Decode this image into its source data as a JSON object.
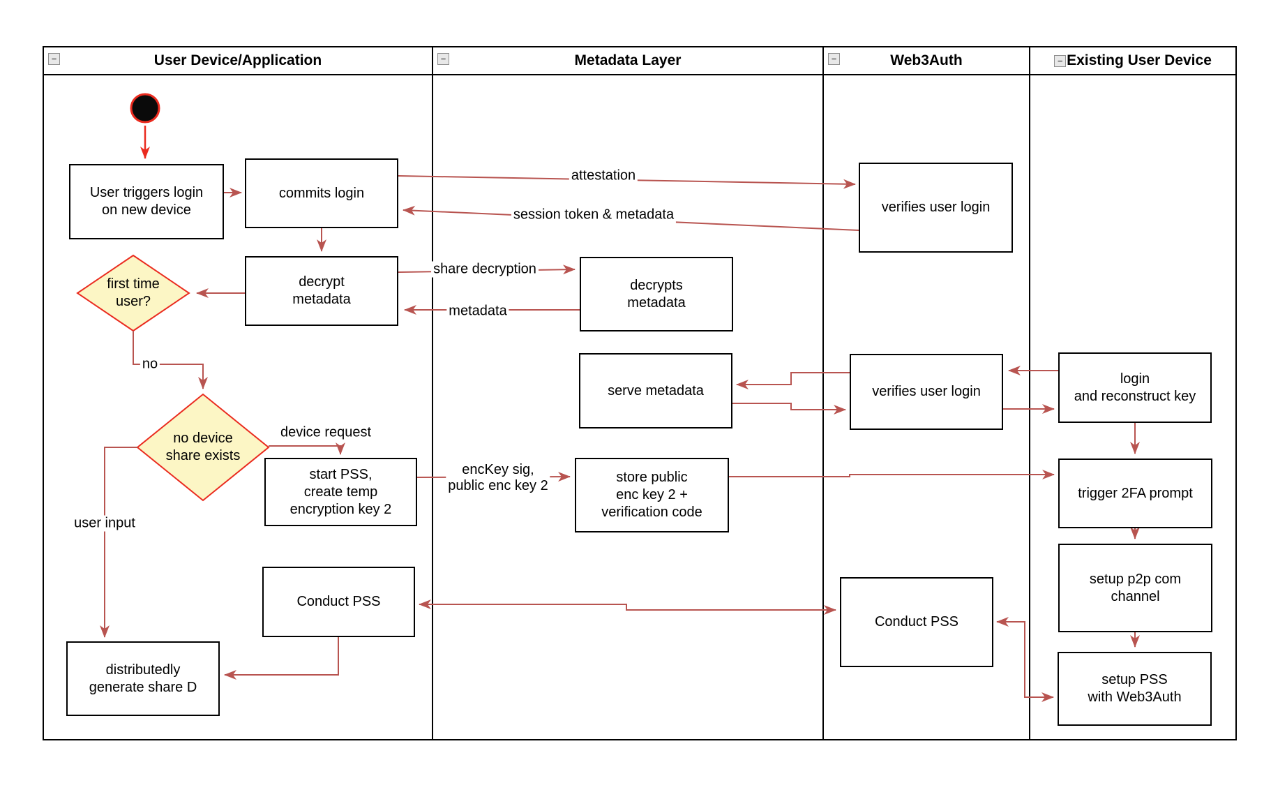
{
  "colors": {
    "connector": "#B85450",
    "highlight": "#EA2B1F",
    "diamond-fill": "#FCF6C5",
    "diamond-border": "#EA2B1F",
    "box-border": "#000000",
    "lane-border": "#000000"
  },
  "icons": {
    "collapse": "−"
  },
  "lanes": [
    {
      "title": "User Device/Application"
    },
    {
      "title": "Metadata Layer"
    },
    {
      "title": "Web3Auth"
    },
    {
      "title": "Existing User Device"
    }
  ],
  "nodes": {
    "user_triggers": "User triggers login\non new device",
    "commits_login": "commits login",
    "decrypt_metadata": "decrypt\nmetadata",
    "first_time_user": "first time\nuser?",
    "no_device_share": "no device\nshare exists",
    "start_pss": "start PSS,\ncreate temp\nencryption key 2",
    "conduct_pss_user": "Conduct PSS",
    "distributedly_generate": "distributedly\ngenerate share D",
    "decrypts_metadata": "decrypts\nmetadata",
    "serve_metadata": "serve metadata",
    "store_public": "store public\nenc key 2 +\nverification code",
    "verifies_user_login_1": "verifies user login",
    "verifies_user_login_2": "verifies user login",
    "conduct_pss_web3auth": "Conduct PSS",
    "login_reconstruct": "login\nand reconstruct key",
    "trigger_2fa": "trigger 2FA prompt",
    "setup_p2p": "setup p2p com\nchannel",
    "setup_pss": "setup PSS\nwith Web3Auth"
  },
  "edge_labels": {
    "attestation": "attestation",
    "session_token": "session token & metadata",
    "share_decryption": "share decryption",
    "metadata": "metadata",
    "enc_key": "encKey sig,\npublic enc key 2",
    "device_request": "device request",
    "no": "no",
    "user_input": "user input"
  }
}
